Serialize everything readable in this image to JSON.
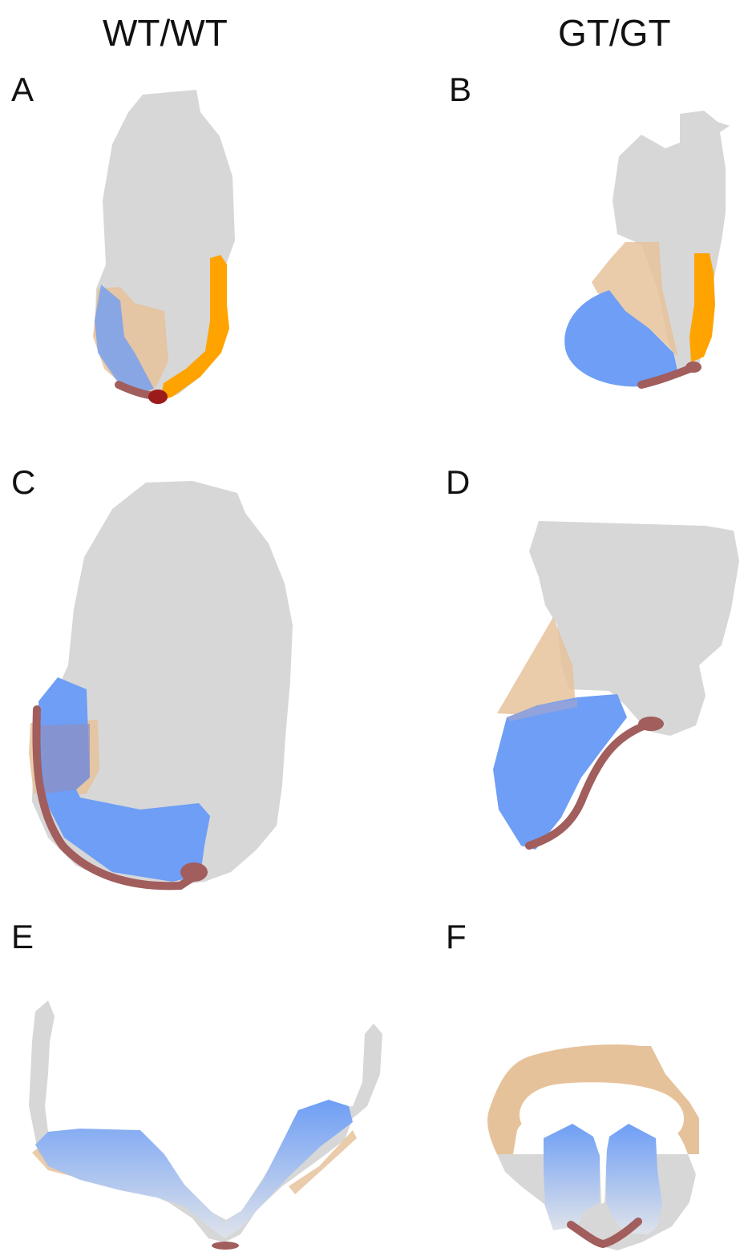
{
  "headers": {
    "left": "WT/WT",
    "right": "GT/GT"
  },
  "panels": {
    "a": "A",
    "b": "B",
    "c": "C",
    "d": "D",
    "e": "E",
    "f": "F"
  },
  "colors": {
    "tissue_gray": "#d7d7d7",
    "blue": "#6e9ef5",
    "tan": "#e6c29b",
    "orange": "#ffa300",
    "maroon": "#a25d5d",
    "dark_red": "#9b1b1b",
    "blue_gradient_end": "#dfe3ea"
  }
}
